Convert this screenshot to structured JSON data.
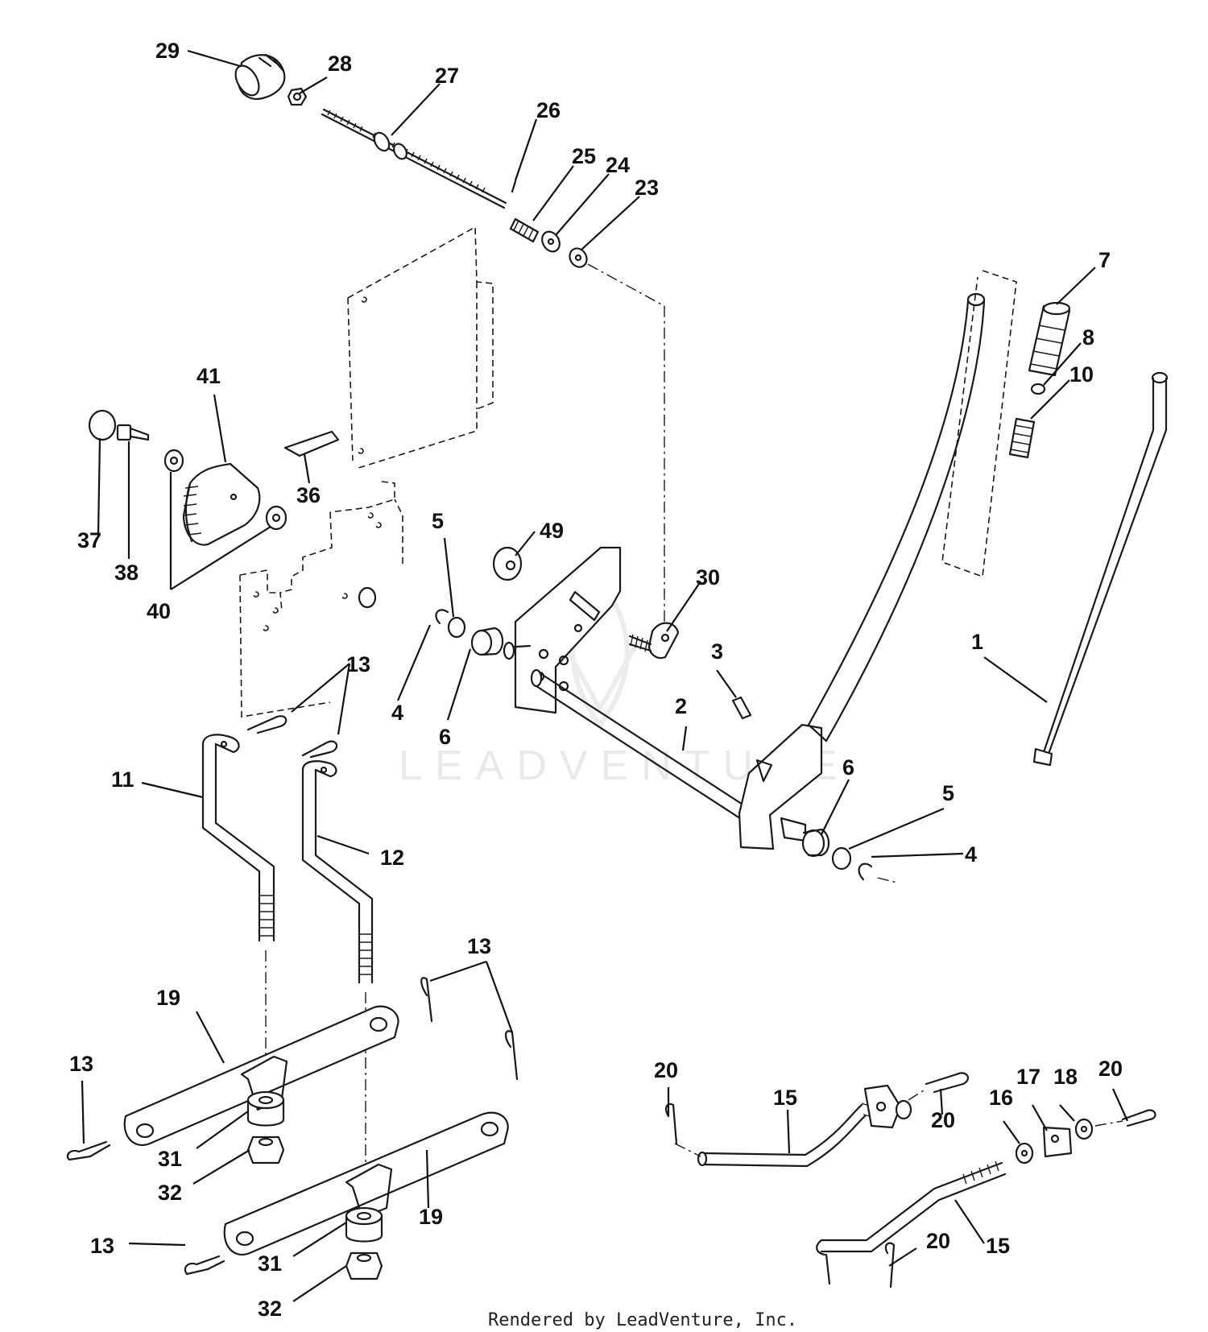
{
  "watermark": "LEADVENTURE",
  "footer": "Rendered by LeadVenture, Inc.",
  "callouts": [
    {
      "id": "c29",
      "label": "29"
    },
    {
      "id": "c28",
      "label": "28"
    },
    {
      "id": "c27",
      "label": "27"
    },
    {
      "id": "c26",
      "label": "26"
    },
    {
      "id": "c25",
      "label": "25"
    },
    {
      "id": "c24",
      "label": "24"
    },
    {
      "id": "c23",
      "label": "23"
    },
    {
      "id": "c7",
      "label": "7"
    },
    {
      "id": "c8",
      "label": "8"
    },
    {
      "id": "c10",
      "label": "10"
    },
    {
      "id": "c41",
      "label": "41"
    },
    {
      "id": "c37",
      "label": "37"
    },
    {
      "id": "c38",
      "label": "38"
    },
    {
      "id": "c40",
      "label": "40"
    },
    {
      "id": "c36",
      "label": "36"
    },
    {
      "id": "c5a",
      "label": "5"
    },
    {
      "id": "c49",
      "label": "49"
    },
    {
      "id": "c30",
      "label": "30"
    },
    {
      "id": "c3",
      "label": "3"
    },
    {
      "id": "c1",
      "label": "1"
    },
    {
      "id": "c4a",
      "label": "4"
    },
    {
      "id": "c6a",
      "label": "6"
    },
    {
      "id": "c2",
      "label": "2"
    },
    {
      "id": "c13a",
      "label": "13"
    },
    {
      "id": "c11",
      "label": "11"
    },
    {
      "id": "c12",
      "label": "12"
    },
    {
      "id": "c6b",
      "label": "6"
    },
    {
      "id": "c5b",
      "label": "5"
    },
    {
      "id": "c4b",
      "label": "4"
    },
    {
      "id": "c13b",
      "label": "13"
    },
    {
      "id": "c19a",
      "label": "19"
    },
    {
      "id": "c13c",
      "label": "13"
    },
    {
      "id": "c31a",
      "label": "31"
    },
    {
      "id": "c32a",
      "label": "32"
    },
    {
      "id": "c19b",
      "label": "19"
    },
    {
      "id": "c13d",
      "label": "13"
    },
    {
      "id": "c31b",
      "label": "31"
    },
    {
      "id": "c32b",
      "label": "32"
    },
    {
      "id": "c20a",
      "label": "20"
    },
    {
      "id": "c15a",
      "label": "15"
    },
    {
      "id": "c20b",
      "label": "20"
    },
    {
      "id": "c16",
      "label": "16"
    },
    {
      "id": "c17",
      "label": "17"
    },
    {
      "id": "c18",
      "label": "18"
    },
    {
      "id": "c20c",
      "label": "20"
    },
    {
      "id": "c20d",
      "label": "20"
    },
    {
      "id": "c15b",
      "label": "15"
    }
  ]
}
